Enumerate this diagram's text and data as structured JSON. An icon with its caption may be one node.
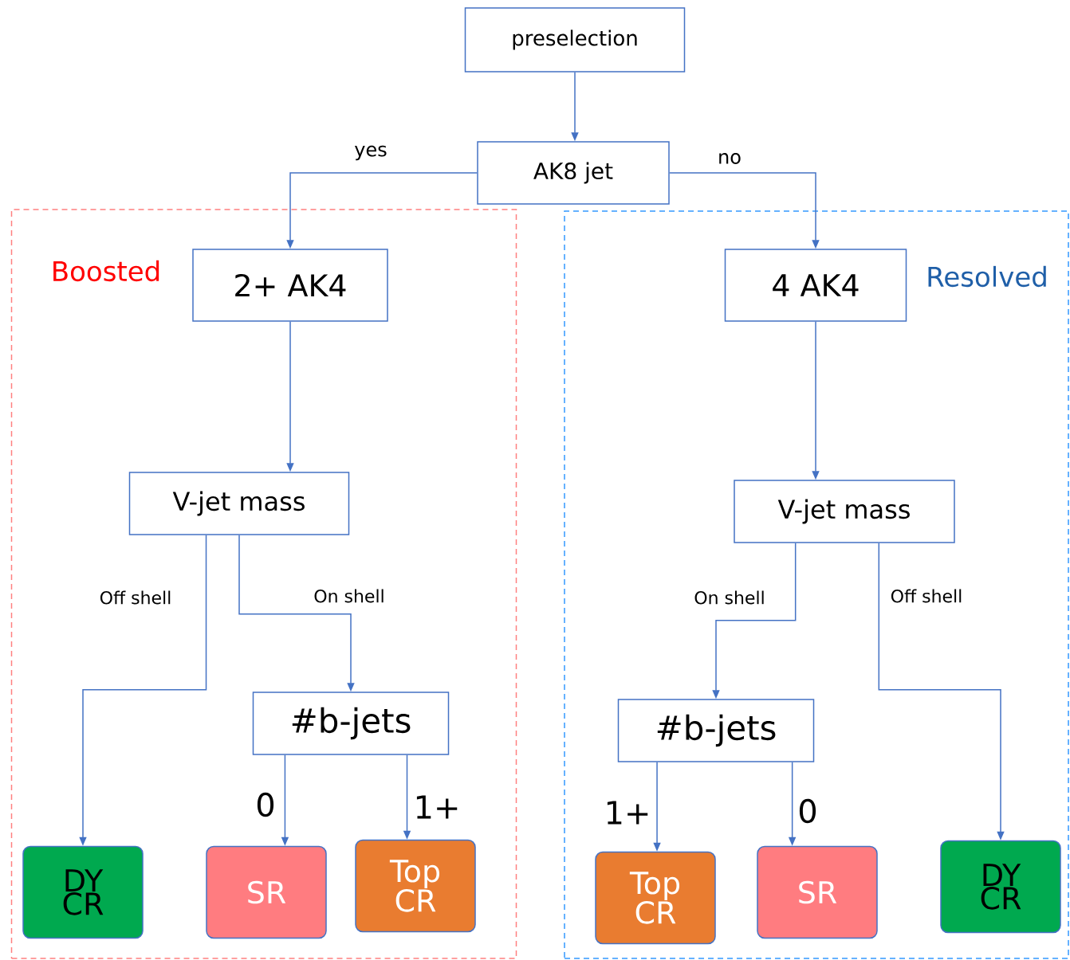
{
  "diagram": {
    "nodes": [
      {
        "text": [
          "preselection"
        ]
      },
      {
        "text": [
          "AK8 jet"
        ]
      },
      {
        "text": [
          "Boosted"
        ]
      },
      {
        "text": [
          "2+ AK4"
        ],
        "in": 2
      },
      {
        "text": [
          "V-jet mass"
        ],
        "in": 2
      },
      {
        "text": [
          "#b-jets"
        ],
        "in": 2
      },
      {
        "text": [
          "DY CR"
        ],
        "in": 2
      },
      {
        "text": [
          "SR"
        ],
        "in": 2
      },
      {
        "text": [
          "Top CR"
        ],
        "in": 2
      },
      {
        "text": [
          "Resolved"
        ]
      },
      {
        "text": [
          "4 AK4"
        ],
        "in": 9
      },
      {
        "text": [
          "V-jet mass"
        ],
        "in": 9
      },
      {
        "text": [
          "#b-jets"
        ],
        "in": 9
      },
      {
        "text": [
          "Top CR"
        ],
        "in": 9
      },
      {
        "text": [
          "SR"
        ],
        "in": 9
      },
      {
        "text": [
          "DY CR"
        ],
        "in": 9
      }
    ],
    "edges": [
      {
        "from": 0,
        "to": 1,
        "arrow": "to"
      },
      {
        "from": 1,
        "to": 3,
        "arrow": "to",
        "label": "yes"
      },
      {
        "from": 1,
        "to": 10,
        "arrow": "to",
        "label": "no"
      },
      {
        "from": 3,
        "to": 4,
        "arrow": "to"
      },
      {
        "from": 4,
        "to": 6,
        "arrow": "to",
        "label": "Off shell"
      },
      {
        "from": 4,
        "to": 5,
        "arrow": "to",
        "label": "On shell"
      },
      {
        "from": 5,
        "to": 7,
        "arrow": "to",
        "label": "0"
      },
      {
        "from": 5,
        "to": 8,
        "arrow": "to",
        "label": "1+"
      },
      {
        "from": 10,
        "to": 11,
        "arrow": "to"
      },
      {
        "from": 11,
        "to": 12,
        "arrow": "to",
        "label": "On shell"
      },
      {
        "from": 11,
        "to": 15,
        "arrow": "to",
        "label": "Off shell"
      },
      {
        "from": 12,
        "to": 13,
        "arrow": "to",
        "label": "1+"
      },
      {
        "from": 12,
        "to": 14,
        "arrow": "to",
        "label": "0"
      }
    ]
  }
}
